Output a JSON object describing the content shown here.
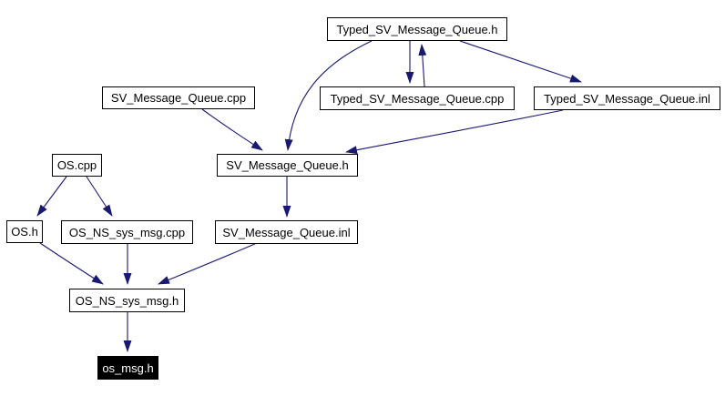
{
  "colors": {
    "edge": "#191970",
    "node_border": "#000000",
    "node_fill": "#ffffff",
    "node_text": "#000000",
    "highlight_fill": "#000000",
    "highlight_text": "#ffffff",
    "background": "#ffffff"
  },
  "graph": {
    "type": "include-dependency-graph",
    "nodes": [
      {
        "id": "Typed_SV_Message_Queue.h",
        "label": "Typed_SV_Message_Queue.h",
        "highlighted": false
      },
      {
        "id": "SV_Message_Queue.cpp",
        "label": "SV_Message_Queue.cpp",
        "highlighted": false
      },
      {
        "id": "Typed_SV_Message_Queue.cpp",
        "label": "Typed_SV_Message_Queue.cpp",
        "highlighted": false
      },
      {
        "id": "Typed_SV_Message_Queue.inl",
        "label": "Typed_SV_Message_Queue.inl",
        "highlighted": false
      },
      {
        "id": "SV_Message_Queue.h",
        "label": "SV_Message_Queue.h",
        "highlighted": false
      },
      {
        "id": "OS.cpp",
        "label": "OS.cpp",
        "highlighted": false
      },
      {
        "id": "OS.h",
        "label": "OS.h",
        "highlighted": false
      },
      {
        "id": "OS_NS_sys_msg.cpp",
        "label": "OS_NS_sys_msg.cpp",
        "highlighted": false
      },
      {
        "id": "SV_Message_Queue.inl",
        "label": "SV_Message_Queue.inl",
        "highlighted": false
      },
      {
        "id": "OS_NS_sys_msg.h",
        "label": "OS_NS_sys_msg.h",
        "highlighted": false
      },
      {
        "id": "os_msg.h",
        "label": "os_msg.h",
        "highlighted": true
      }
    ],
    "edges": [
      {
        "from": "Typed_SV_Message_Queue.h",
        "to": "Typed_SV_Message_Queue.cpp"
      },
      {
        "from": "Typed_SV_Message_Queue.cpp",
        "to": "Typed_SV_Message_Queue.h"
      },
      {
        "from": "Typed_SV_Message_Queue.h",
        "to": "Typed_SV_Message_Queue.inl"
      },
      {
        "from": "Typed_SV_Message_Queue.h",
        "to": "SV_Message_Queue.h"
      },
      {
        "from": "SV_Message_Queue.cpp",
        "to": "SV_Message_Queue.h"
      },
      {
        "from": "Typed_SV_Message_Queue.inl",
        "to": "SV_Message_Queue.h"
      },
      {
        "from": "SV_Message_Queue.h",
        "to": "SV_Message_Queue.inl"
      },
      {
        "from": "OS.cpp",
        "to": "OS.h"
      },
      {
        "from": "OS.cpp",
        "to": "OS_NS_sys_msg.cpp"
      },
      {
        "from": "OS.h",
        "to": "OS_NS_sys_msg.h"
      },
      {
        "from": "OS_NS_sys_msg.cpp",
        "to": "OS_NS_sys_msg.h"
      },
      {
        "from": "SV_Message_Queue.inl",
        "to": "OS_NS_sys_msg.h"
      },
      {
        "from": "OS_NS_sys_msg.h",
        "to": "os_msg.h"
      }
    ]
  }
}
